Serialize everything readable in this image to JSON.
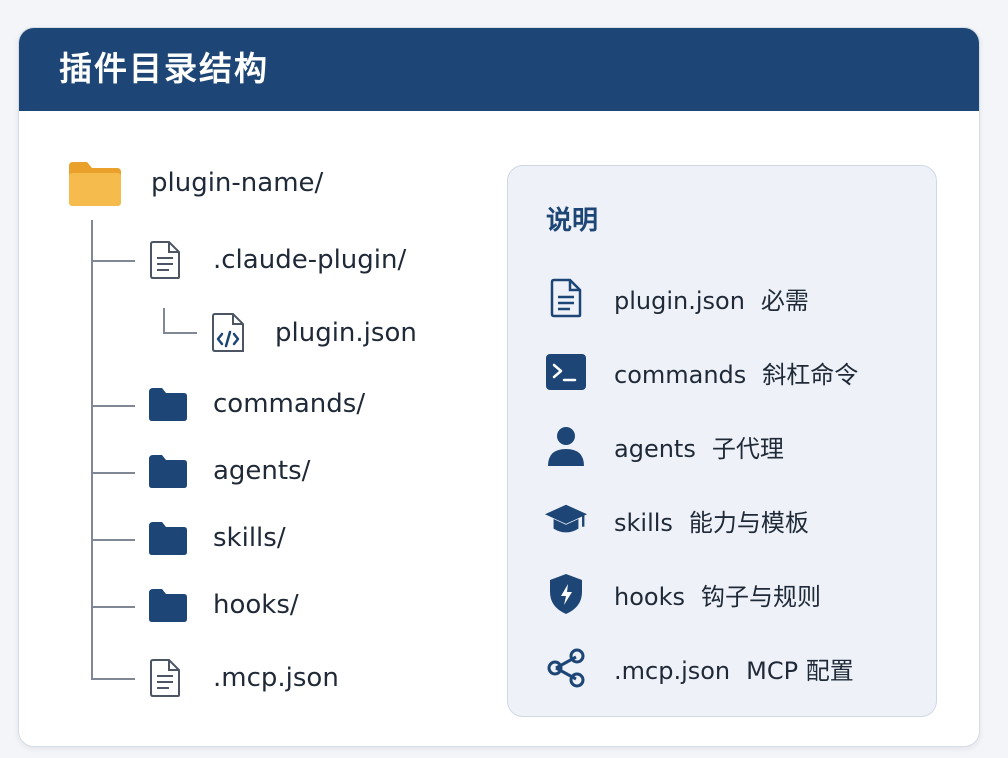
{
  "header": {
    "title": "插件目录结构"
  },
  "tree": {
    "root": {
      "label": "plugin-name/",
      "icon": "folder-open-icon"
    },
    "items": [
      {
        "label": ".claude-plugin/",
        "icon": "document-icon"
      },
      {
        "label": "plugin.json",
        "icon": "code-file-icon"
      },
      {
        "label": "commands/",
        "icon": "folder-icon"
      },
      {
        "label": "agents/",
        "icon": "folder-icon"
      },
      {
        "label": "skills/",
        "icon": "folder-icon"
      },
      {
        "label": "hooks/",
        "icon": "folder-icon"
      },
      {
        "label": ".mcp.json",
        "icon": "document-icon"
      }
    ]
  },
  "legend": {
    "title": "说明",
    "items": [
      {
        "name": "plugin.json",
        "desc": "必需",
        "icon": "document-icon"
      },
      {
        "name": "commands",
        "desc": "斜杠命令",
        "icon": "terminal-icon"
      },
      {
        "name": "agents",
        "desc": "子代理",
        "icon": "user-icon"
      },
      {
        "name": "skills",
        "desc": "能力与模板",
        "icon": "graduation-cap-icon"
      },
      {
        "name": "hooks",
        "desc": "钩子与规则",
        "icon": "shield-icon"
      },
      {
        "name": ".mcp.json",
        "desc": "MCP 配置",
        "icon": "share-nodes-icon"
      }
    ]
  },
  "colors": {
    "header_bg": "#1d4676",
    "folder_open": "#f2b13e",
    "folder": "#1d4676",
    "legend_bg": "#eef2f8"
  }
}
